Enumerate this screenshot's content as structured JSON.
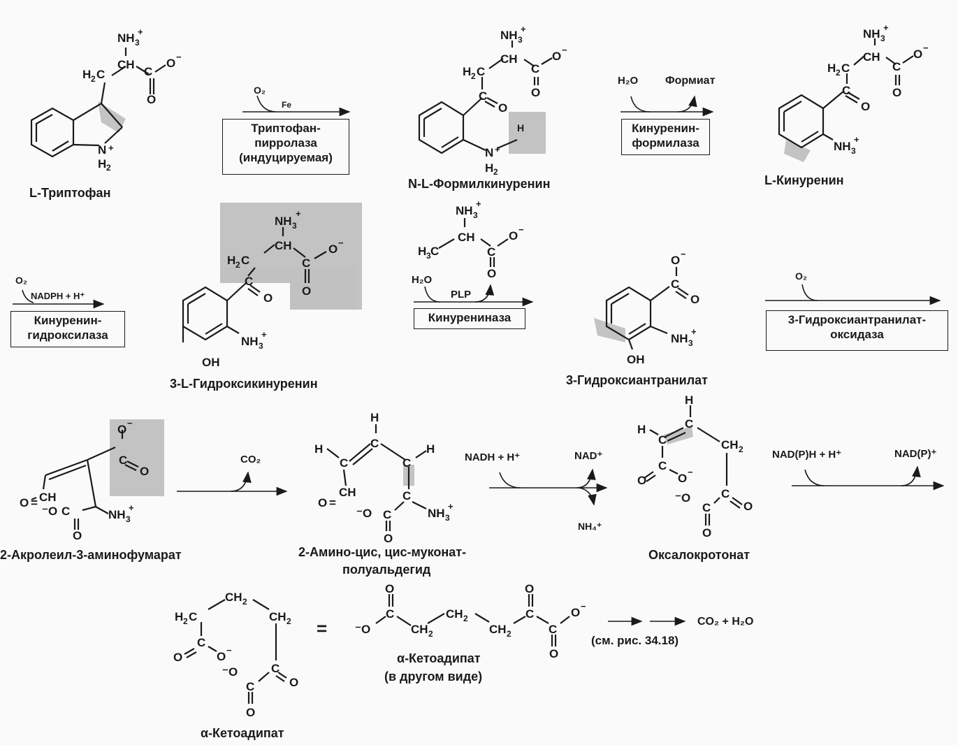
{
  "compounds": {
    "tryptophan": "L-Триптофан",
    "formylkynurenine": "N-L-Формилкинуренин",
    "kynurenine": "L-Кинуренин",
    "hydroxykynurenine": "3-L-Гидроксикинуренин",
    "hydroxyanthranilate": "3-Гидроксиантранилат",
    "acroleyl": "2-Акролеил-3-аминофумарат",
    "muconate_line1": "2-Амино-цис, цис-муконат-",
    "muconate_line2": "полуальдегид",
    "oxalocrotonate": "Оксалокротонат",
    "ketoadipate": "α-Кетоадипат",
    "ketoadipate_alt_line1": "α-Кетоадипат",
    "ketoadipate_alt_line2": "(в другом виде)"
  },
  "enzymes": {
    "e1_line1": "Триптофан-",
    "e1_line2": "пирролаза",
    "e1_line3": "(индуцируемая)",
    "e2_line1": "Кинуренин-",
    "e2_line2": "формилаза",
    "e3_line1": "Кинуренин-",
    "e3_line2": "гидроксилаза",
    "e4": "Кинурениназа",
    "e5_line1": "3-Гидроксиантранилат-",
    "e5_line2": "оксидаза"
  },
  "cofactors": {
    "o2_a": "O₂",
    "fe": "Fe",
    "h2o_a": "H₂O",
    "formate": "Формиат",
    "o2_b": "O₂",
    "nadph": "NADPH + H⁺",
    "h2o_b": "H₂O",
    "plp": "PLP",
    "o2_c": "O₂",
    "co2_a": "CO₂",
    "nadh": "NADH + H⁺",
    "nad": "NAD⁺",
    "nh4": "NH₄⁺",
    "nadph2": "NAD(P)H + H⁺",
    "nadp": "NAD(P)⁺",
    "final_products": "CO₂ + H₂O",
    "ref": "(см. рис. 34.18)",
    "equals": "="
  },
  "colors": {
    "highlight": "#b8b8b8",
    "ink": "#1a1a1a",
    "background": "#fafafa"
  }
}
